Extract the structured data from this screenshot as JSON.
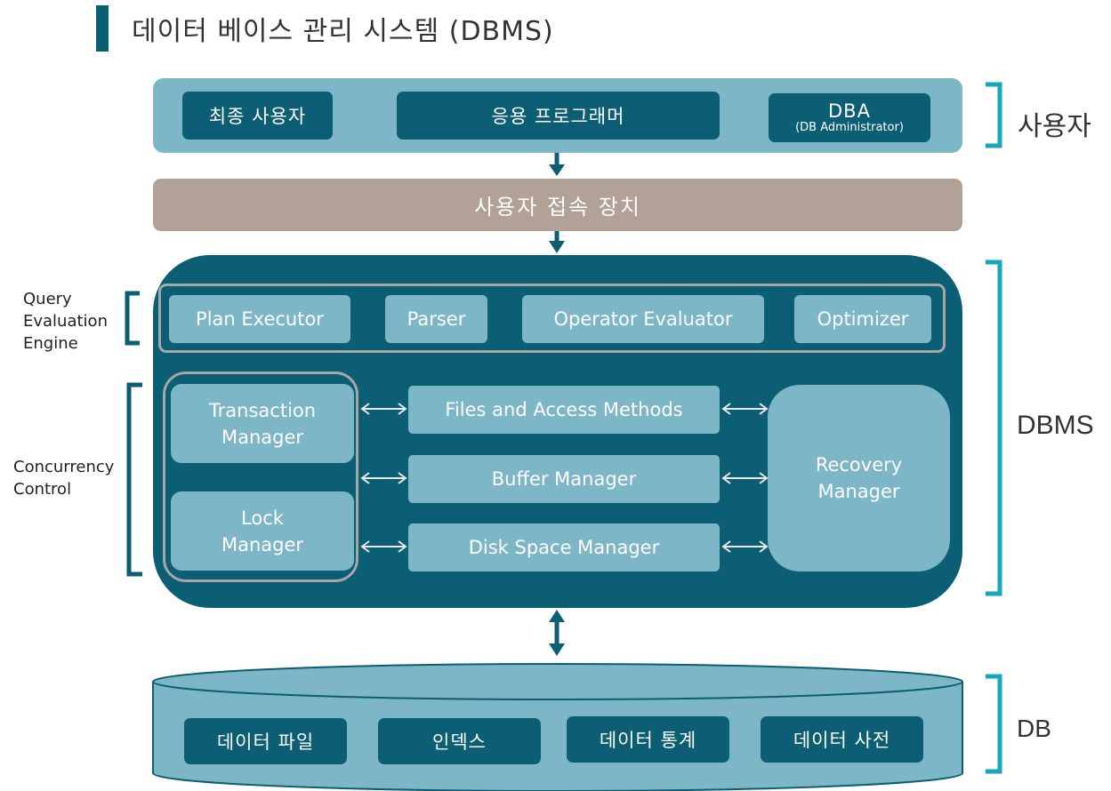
{
  "title": "데이터 베이스 관리 시스템 (DBMS)",
  "user_layer": {
    "end_user": "최종 사용자",
    "app_programmer": "응용 프로그래머",
    "dba": "DBA",
    "dba_full": "(DB Administrator)"
  },
  "access_device": "사용자 접속 장치",
  "query_engine": {
    "label_lines": [
      "Query",
      "Evaluation",
      "Engine"
    ],
    "components": [
      "Plan Executor",
      "Parser",
      "Operator Evaluator",
      "Optimizer"
    ]
  },
  "concurrency_control": {
    "label_lines": [
      "Concurrency",
      "Control"
    ],
    "transaction_manager_lines": [
      "Transaction",
      "Manager"
    ],
    "lock_manager_lines": [
      "Lock",
      "Manager"
    ]
  },
  "storage_stack": [
    "Files and Access Methods",
    "Buffer Manager",
    "Disk Space Manager"
  ],
  "recovery_manager_lines": [
    "Recovery",
    "Manager"
  ],
  "db_items": [
    "데이터 파일",
    "인덱스",
    "데이터 통계",
    "데이터 사전"
  ],
  "group_labels": {
    "user": "사용자",
    "dbms": "DBMS",
    "db": "DB"
  },
  "colors": {
    "dark_teal": "#0b5e73",
    "light_teal": "#7db6c7",
    "taupe": "#b2a196",
    "bracket_cyan": "#17a6bf",
    "outline_gray": "#a7a7a7"
  }
}
